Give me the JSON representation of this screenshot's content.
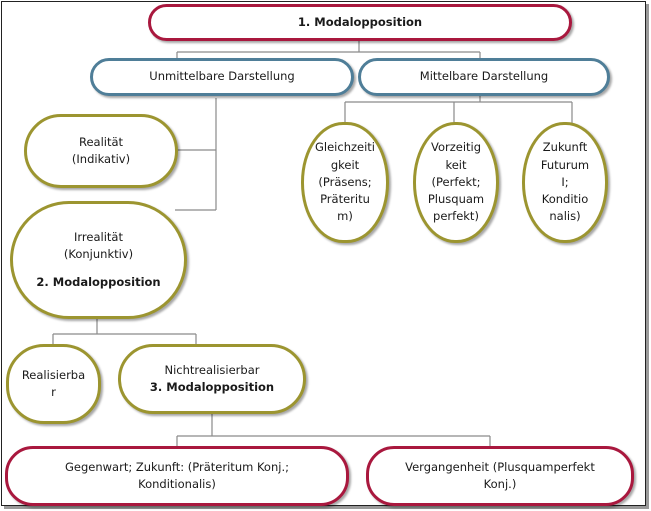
{
  "nodes": {
    "modal1": "1. Modalopposition",
    "unmittelbar": "Unmittelbare Darstellung",
    "mittelbar": "Mittelbare Darstellung",
    "realitaet": [
      "Realität",
      "(Indikativ)"
    ],
    "gleichzeitigkeit": [
      "Gleichzeiti",
      "gkeit",
      "(Präsens;",
      "Präteritu",
      "m)"
    ],
    "vorzeitigkeit": [
      "Vorzeitig",
      "keit",
      "(Perfekt;",
      "Plusquam",
      "perfekt)"
    ],
    "zukunft": [
      "Zukunft",
      "Futurum",
      "I;",
      "Konditio",
      "nalis)"
    ],
    "irrealitaet": [
      "Irrealität",
      "(Konjunktiv)",
      "2. Modalopposition"
    ],
    "realisierbar": [
      "Realisierba",
      "r"
    ],
    "nichtrealisierbar": [
      "Nichtrealisierbar",
      "3. Modalopposition"
    ],
    "gegenwart": [
      "Gegenwart; Zukunft: (Präteritum Konj.;",
      "Konditionalis)"
    ],
    "vergangenheit": [
      "Vergangenheit (Plusquamperfekt",
      "Konj.)"
    ]
  },
  "colors": {
    "red": "#a9183e",
    "blue": "#4f7e98",
    "olive": "#9c9530",
    "connector": "#8a8a8a"
  }
}
